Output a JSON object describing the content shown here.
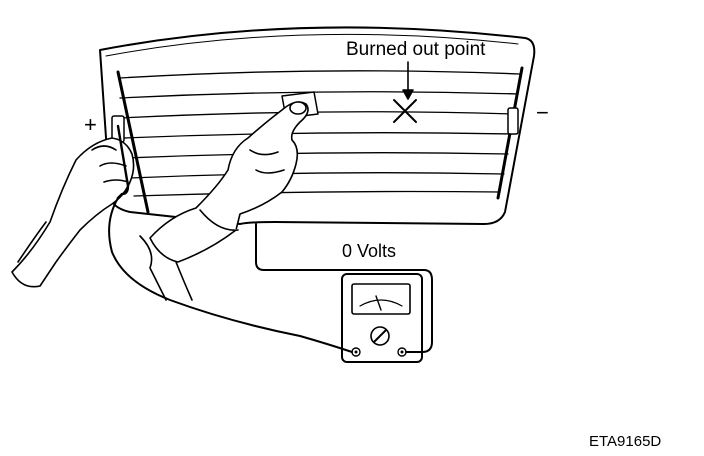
{
  "labels": {
    "burned_out_point": "Burned out point",
    "positive_terminal": "+",
    "negative_terminal": "−",
    "voltage_reading": "0 Volts",
    "figure_code": "ETA9165D"
  },
  "colors": {
    "ink": "#000000",
    "background": "#ffffff"
  }
}
